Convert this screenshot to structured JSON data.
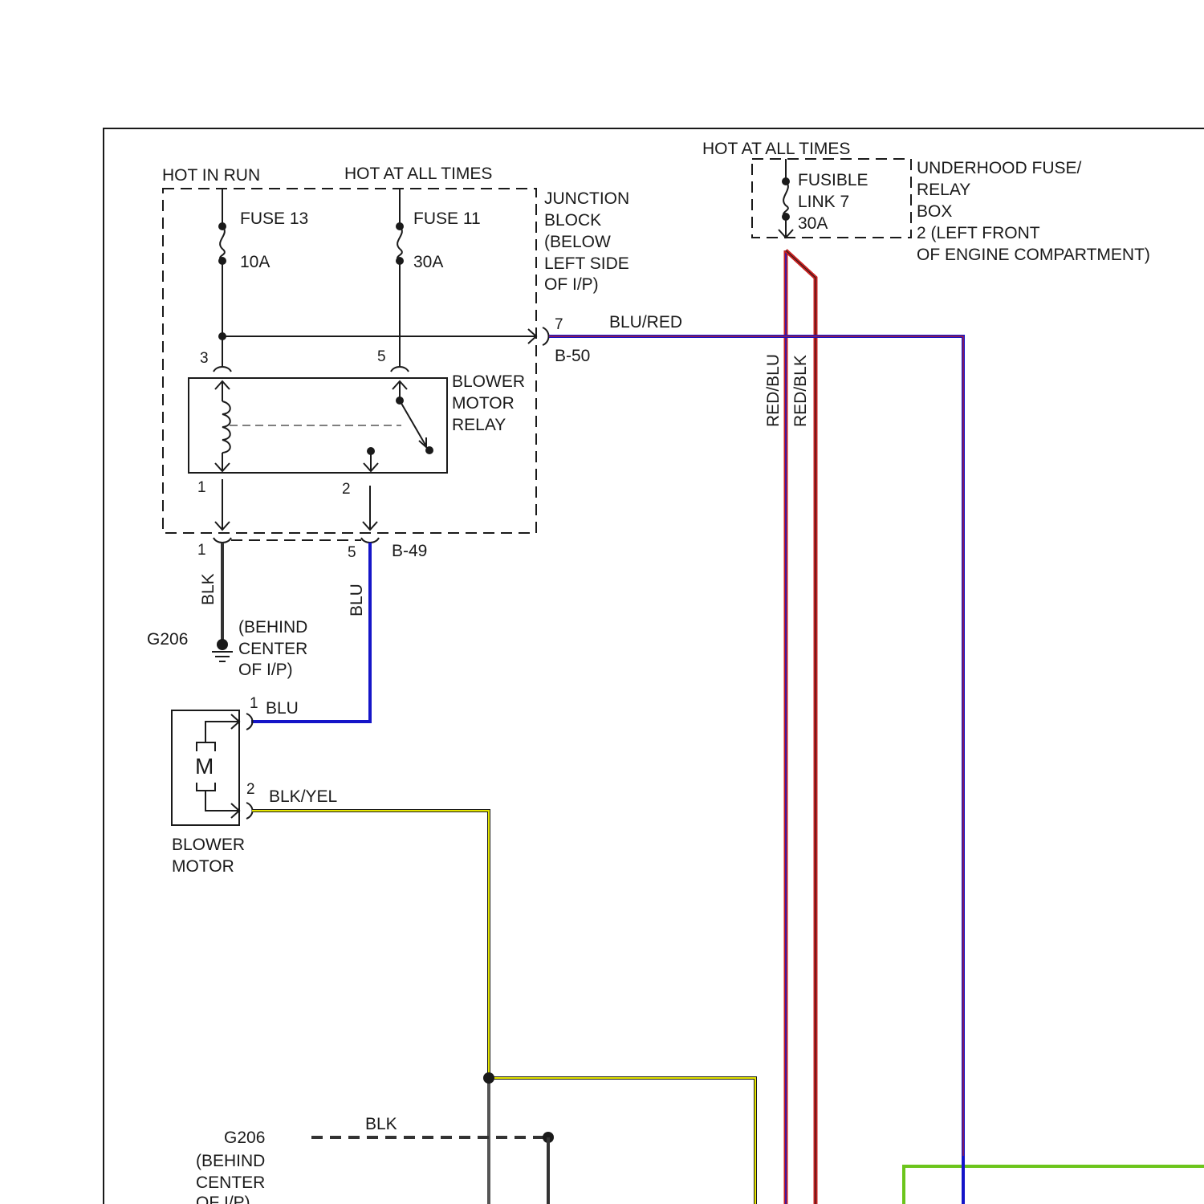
{
  "labels": {
    "hot_in_run": "HOT IN RUN",
    "hot_at_all_times_jb": "HOT AT ALL TIMES",
    "hot_at_all_times_uh": "HOT AT ALL TIMES",
    "fuse13": "FUSE 13",
    "fuse13_rating": "10A",
    "fuse11": "FUSE 11",
    "fuse11_rating": "30A",
    "jb_line1": "JUNCTION",
    "jb_line2": "BLOCK",
    "jb_line3": "(BELOW",
    "jb_line4": "LEFT SIDE",
    "jb_line5": "OF I/P)",
    "fl_line1": "FUSIBLE",
    "fl_line2": "LINK 7",
    "fl_rating": "30A",
    "uh_line1": "UNDERHOOD FUSE/",
    "uh_line2": "RELAY",
    "uh_line3": "BOX",
    "uh_line4": "2 (LEFT FRONT",
    "uh_line5": "OF ENGINE COMPARTMENT)",
    "relay_line1": "BLOWER",
    "relay_line2": "MOTOR",
    "relay_line3": "RELAY",
    "motor_line1": "BLOWER",
    "motor_line2": "MOTOR",
    "motor_symbol": "M",
    "g206_top": "G206",
    "g206_top_loc1": "(BEHIND",
    "g206_top_loc2": "CENTER",
    "g206_top_loc3": "OF I/P)",
    "g206_bottom": "G206",
    "g206_bottom_loc1": "(BEHIND",
    "g206_bottom_loc2": "CENTER",
    "g206_bottom_loc3": "OF I/P)"
  },
  "connectors": {
    "b50": "B-50",
    "b49": "B-49"
  },
  "pins": {
    "relay_3": "3",
    "relay_5": "5",
    "relay_1": "1",
    "relay_2": "2",
    "b50_7": "7",
    "b49_1": "1",
    "b49_5": "5",
    "motor_1": "1",
    "motor_2": "2"
  },
  "wires": {
    "blu_red": "BLU/RED",
    "red_blu": "RED/BLU",
    "red_blk": "RED/BLK",
    "blk_ground": "BLK",
    "blu_relay": "BLU",
    "blu_motor": "BLU",
    "blk_yel": "BLK/YEL",
    "blk_bottom": "BLK"
  },
  "colors": {
    "blue": "#1515c8",
    "red": "#c82020",
    "yellow": "#e6e600",
    "green": "#6cc51c",
    "black": "#1a1a1a",
    "gray": "#444444"
  }
}
